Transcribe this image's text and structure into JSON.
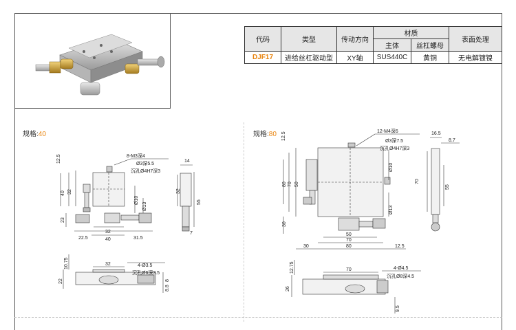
{
  "table": {
    "headers": {
      "code": "代码",
      "type": "类型",
      "direction": "传动方向",
      "material": "材质",
      "body": "主体",
      "nut": "丝杠螺母",
      "surface": "表面处理"
    },
    "row": {
      "code": "DJF17",
      "type": "进给丝杠驱动型",
      "direction": "XY轴",
      "body": "SUS440C",
      "nut": "黄铜",
      "surface": "无电解镀镍"
    }
  },
  "spec40": {
    "label": "规格:",
    "value": "40",
    "dims": {
      "d12_5": "12.5",
      "m3": "8-M3深4",
      "hole": "Ø3深5.5",
      "counterbore": "沉孔Ø4H7深3",
      "d14": "14",
      "d40v": "40",
      "d32v": "32",
      "d23": "23",
      "d10": "Ø10",
      "d13": "Ø13",
      "d32r": "32",
      "d55": "55",
      "d7": "7",
      "d22_5": "22.5",
      "d32h": "32",
      "d40h": "40",
      "d31_5": "31.5",
      "d10_75": "10.75",
      "d32b": "32",
      "b_hole": "4-Ø3.5",
      "b_cb": "沉孔Ø6深3.5",
      "d22": "22",
      "d8": "8",
      "d8_8": "8.8"
    }
  },
  "spec80": {
    "label": "规格:",
    "value": "80",
    "dims": {
      "m4": "12-M4深6",
      "hole": "Ø3深7.5",
      "counterbore": "沉孔Ø4H7深3",
      "d12_5": "12.5",
      "d16_5": "16.5",
      "d8_7": "8.7",
      "d80v": "80",
      "d70v": "70",
      "d50v": "50",
      "d10": "Ø10",
      "d70r": "70",
      "d55": "55",
      "d13": "Ø13",
      "d30v": "30",
      "d50h": "50",
      "d70h": "70",
      "d30h": "30",
      "d80h": "80",
      "d12_5h": "12.5",
      "d12_75": "12.75",
      "d70b": "70",
      "b_hole": "4-Ø4.5",
      "b_cb": "沉孔Ø8深4.5",
      "d26": "26",
      "d9_5": "9.5"
    }
  }
}
